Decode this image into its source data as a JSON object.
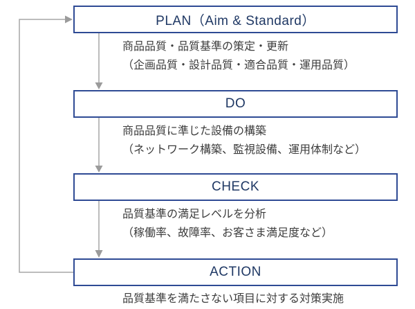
{
  "diagram": {
    "steps": [
      {
        "label": "PLAN（Aim & Standard）",
        "desc": [
          "商品品質・品質基準の策定・更新",
          "（企画品質・設計品質・適合品質・運用品質）"
        ]
      },
      {
        "label": "DO",
        "desc": [
          "商品品質に準じた設備の構築",
          "（ネットワーク構築、監視設備、運用体制など）"
        ]
      },
      {
        "label": "CHECK",
        "desc": [
          "品質基準の満足レベルを分析",
          "（稼働率、故障率、お客さま満足度など）"
        ]
      },
      {
        "label": "ACTION",
        "desc": [
          "品質基準を満たさない項目に対する対策実施"
        ]
      }
    ],
    "colors": {
      "box_border": "#2e4a94",
      "box_label": "#1f3864",
      "body_text": "#3d3d3d",
      "arrow": "#a6a6a6",
      "background": "#ffffff"
    }
  }
}
